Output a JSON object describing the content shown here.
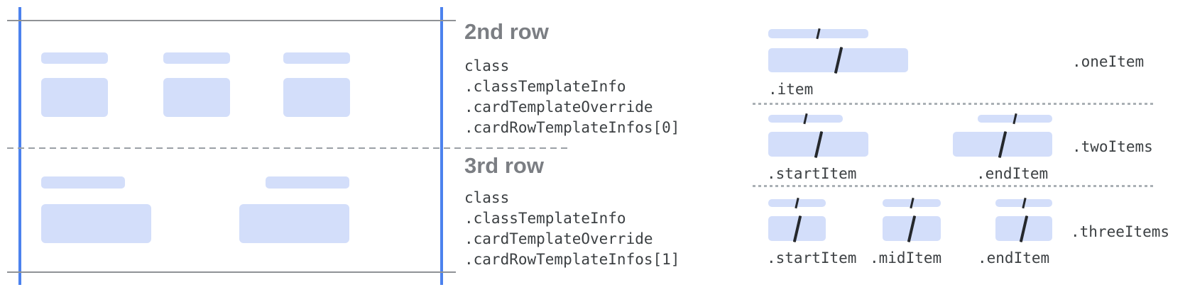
{
  "card": {
    "row2": {
      "title": "2nd row",
      "code_lines": [
        "class",
        ".classTemplateInfo",
        ".cardTemplateOverride",
        ".cardRowTemplateInfos[0]"
      ]
    },
    "row3": {
      "title": "3rd row",
      "code_lines": [
        "class",
        ".classTemplateInfo",
        ".cardTemplateOverride",
        ".cardRowTemplateInfos[1]"
      ]
    }
  },
  "diagram": {
    "sections": [
      {
        "name": ".oneItem",
        "items": [
          {
            "label": ".item"
          }
        ]
      },
      {
        "name": ".twoItems",
        "items": [
          {
            "label": ".startItem"
          },
          {
            "label": ".endItem"
          }
        ]
      },
      {
        "name": ".threeItems",
        "items": [
          {
            "label": ".startItem"
          },
          {
            "label": ".midItem"
          },
          {
            "label": ".endItem"
          }
        ]
      }
    ]
  },
  "colors": {
    "skeleton_bar": "#d3defa",
    "guide_line_blue": "#4c82ee",
    "guide_line_gray": "#8f9296",
    "dotted_separator": "#aab0b5",
    "row_title": "#7b7e83",
    "code_text": "#3c4043",
    "slash": "#25282c"
  }
}
